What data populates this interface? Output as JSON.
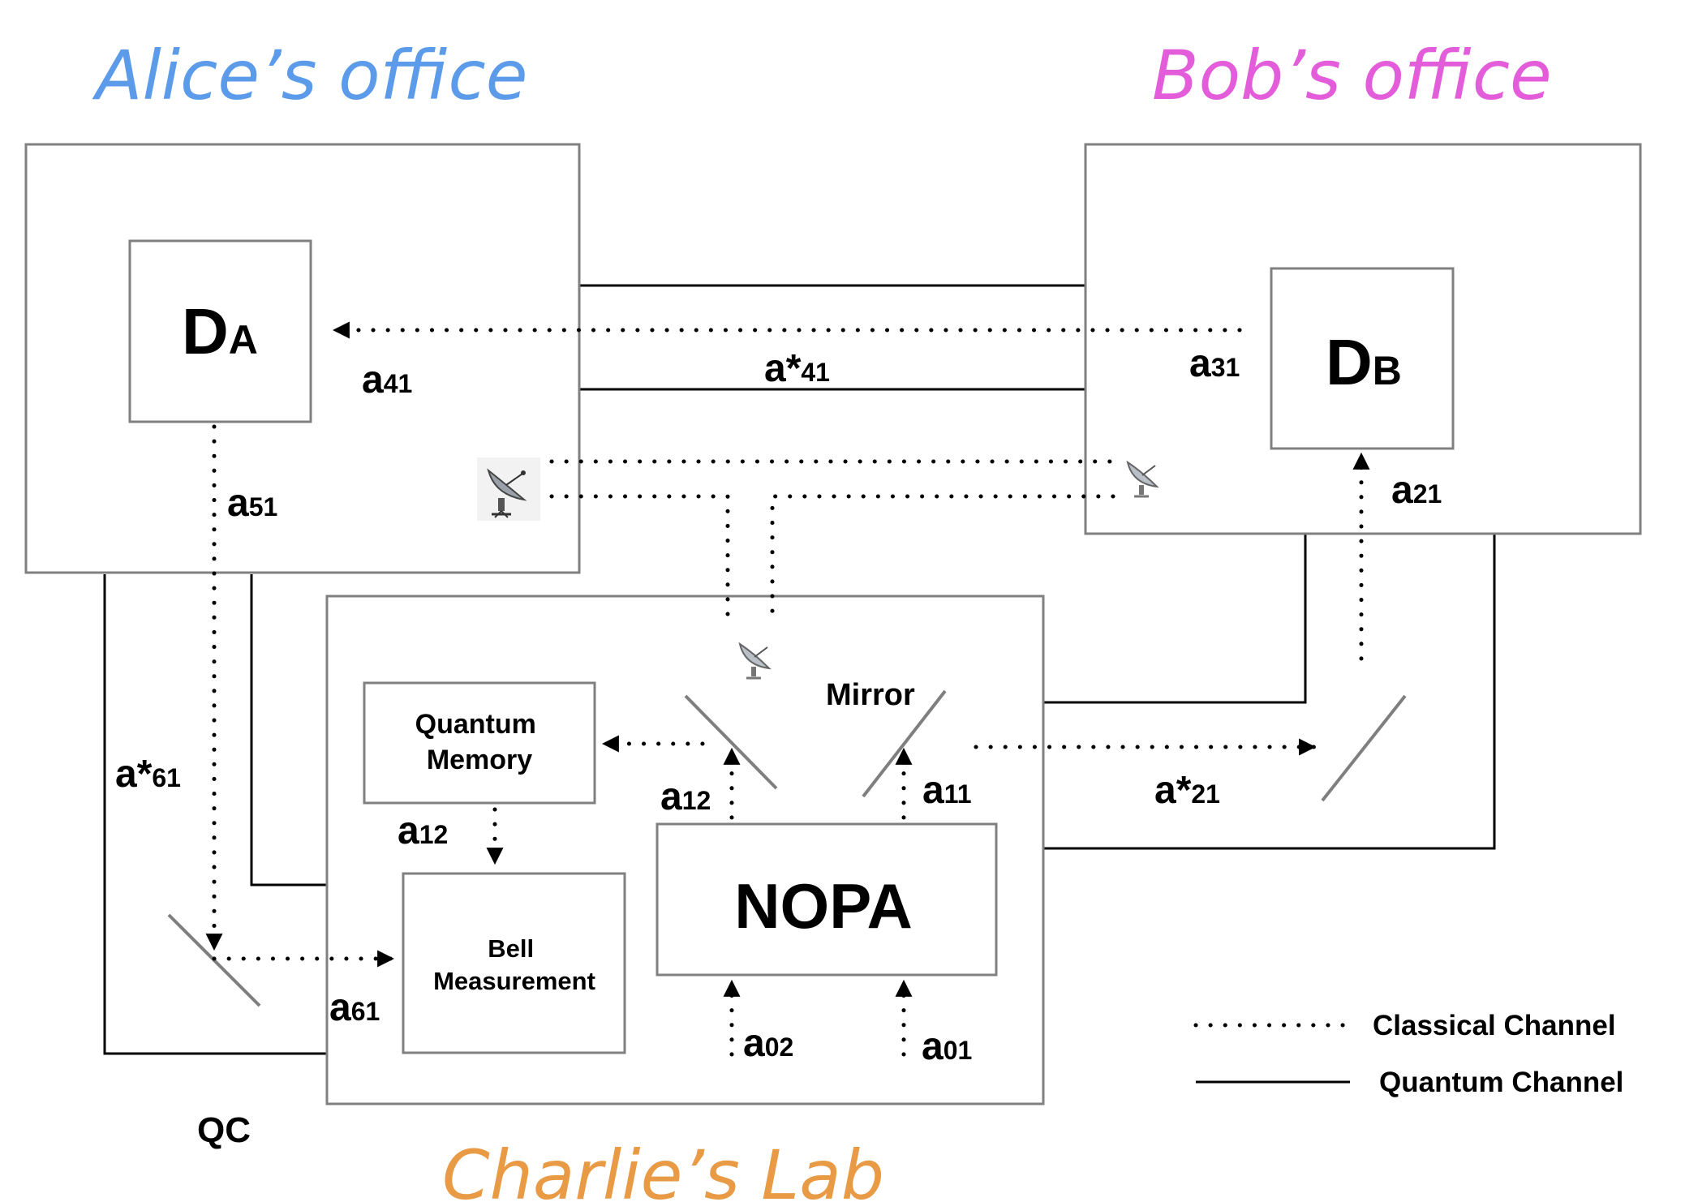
{
  "regions": {
    "alice_office": "Alice’s office",
    "bob_office": "Bob’s office",
    "charlie_lab": "Charlie’s Lab"
  },
  "devices": {
    "da_main": "D",
    "da_sub": "A",
    "db_main": "D",
    "db_sub": "B",
    "nopa": "NOPA",
    "quantum_memory_line1": "Quantum",
    "quantum_memory_line2": "Memory",
    "bell_line1": "Bell",
    "bell_line2": "Measurement",
    "mirror": "Mirror",
    "qc": "QC"
  },
  "signals": {
    "a41": {
      "base": "a",
      "sub": "41"
    },
    "a_star_41": {
      "base": "a*",
      "sub": "41"
    },
    "a31": {
      "base": "a",
      "sub": "31"
    },
    "a51": {
      "base": "a",
      "sub": "51"
    },
    "a21": {
      "base": "a",
      "sub": "21"
    },
    "a_star_61": {
      "base": "a*",
      "sub": "61"
    },
    "a12_top": {
      "base": "a",
      "sub": "12"
    },
    "a11": {
      "base": "a",
      "sub": "11"
    },
    "a_star_21": {
      "base": "a*",
      "sub": "21"
    },
    "a12_mem": {
      "base": "a",
      "sub": "12"
    },
    "a61": {
      "base": "a",
      "sub": "61"
    },
    "a02": {
      "base": "a",
      "sub": "02"
    },
    "a01": {
      "base": "a",
      "sub": "01"
    }
  },
  "legend": {
    "classical": "Classical Channel",
    "quantum": "Quantum Channel"
  },
  "colors": {
    "alice": "#5b9bea",
    "bob": "#e35ddb",
    "charlie": "#e99a44",
    "box_stroke": "#808080"
  }
}
